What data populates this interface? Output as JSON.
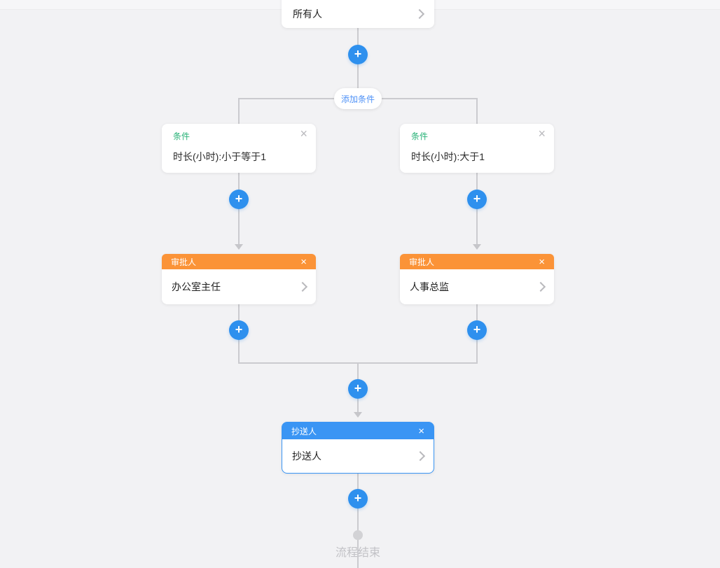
{
  "colors": {
    "background": "#f2f2f4",
    "line": "#cbcbcf",
    "primary_blue": "#2e90ee",
    "header_blue": "#3a95f4",
    "header_orange": "#fb9337",
    "condition_green": "#28b277",
    "link_blue": "#4f92f7",
    "end_gray": "#c2c2c6"
  },
  "icons": {
    "plus": "+",
    "close": "×"
  },
  "flow": {
    "start_node": {
      "label": "所有人"
    },
    "add_condition_button": "添加条件",
    "branches": [
      {
        "condition": {
          "title": "条件",
          "value": "时长(小时):小于等于1"
        },
        "approver": {
          "title": "审批人",
          "value": "办公室主任"
        }
      },
      {
        "condition": {
          "title": "条件",
          "value": "时长(小时):大于1"
        },
        "approver": {
          "title": "审批人",
          "value": "人事总监"
        }
      }
    ],
    "cc_node": {
      "title": "抄送人",
      "value": "抄送人"
    },
    "end_label": "流程结束"
  }
}
